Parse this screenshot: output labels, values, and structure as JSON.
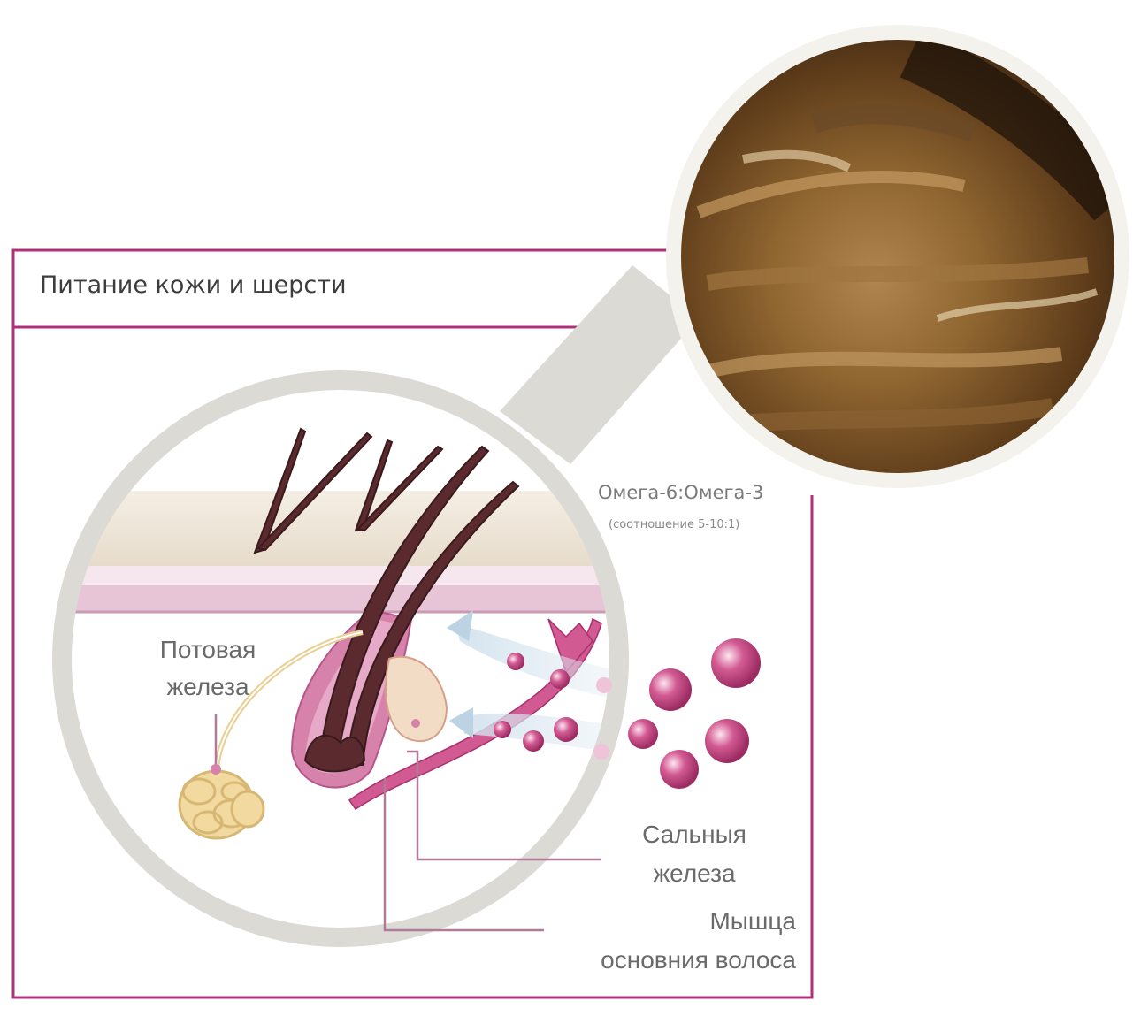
{
  "diagram": {
    "title": "Питание кожи и шерсти",
    "labels": {
      "sweat_gland_line1": "Потовая",
      "sweat_gland_line2": "железа",
      "sebaceous_line1": "Сальныя",
      "sebaceous_line2": "железа",
      "muscle_line1": "Мышца",
      "muscle_line2": "основния волоса",
      "omega": "Омега-6:Омега-3",
      "omega_ratio": "(соотношение 5-10:1)"
    },
    "colors": {
      "frame": "#b0307a",
      "lens_ring": "#dcdad5",
      "skin_layer": "#efe8dc",
      "epidermis_pink": "#e8c5d6",
      "hair": "#5a2a2e",
      "follicle": "#d782aa",
      "bubble": "#c0407a",
      "sweat_gland": "#f2d9a0",
      "fur": "#7a5526"
    },
    "icons": {
      "magnifier": "magnifier-icon",
      "fur_photo": "fur-closeup-icon"
    }
  }
}
